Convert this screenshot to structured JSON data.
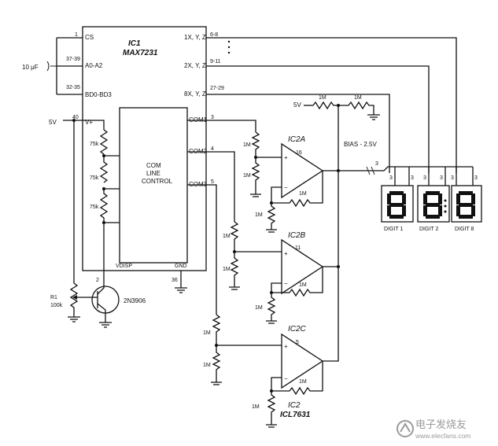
{
  "ic1": {
    "name": "IC1",
    "part": "MAX7231",
    "pins_left": [
      "CS",
      "A0-A2",
      "BD0-BD3",
      "V+"
    ],
    "pins_left_numbers": [
      "1",
      "37-39",
      "32-35",
      "40"
    ],
    "pins_right": [
      "1X, Y, Z",
      "2X, Y, Z",
      "8X, Y, Z",
      "COM1",
      "COM2",
      "COM3"
    ],
    "pins_right_numbers": [
      "6-8",
      "9-11",
      "27-29",
      "3",
      "4",
      "5"
    ],
    "control_block": [
      "COM",
      "LINE",
      "CONTROL"
    ],
    "resistor_ladder": [
      "75k",
      "75k",
      "75k"
    ],
    "vdisp": "VDISP",
    "vdisp_pin": "2",
    "gnd": "GND",
    "gnd_pin": "36"
  },
  "left_labels": {
    "cap": "10 μF",
    "supply": "5V",
    "pot_name": "R1",
    "pot_value": "100k",
    "transistor": "2N3906"
  },
  "bias": {
    "supply": "5V",
    "r1": "1M",
    "r2": "1M",
    "label": "BIAS - 2.5V"
  },
  "amp_a": {
    "name": "IC2A",
    "pin": "16",
    "r_top": "1M",
    "r_bottom": "1M",
    "r_feedback": "1M",
    "r_ground": "1M",
    "plus": "+",
    "minus": "−"
  },
  "amp_b": {
    "name": "IC2B",
    "pin": "11",
    "r_top": "1M",
    "r_bottom": "1M",
    "r_feedback": "1M",
    "r_ground": "1M",
    "plus": "+",
    "minus": "−"
  },
  "amp_c": {
    "name": "IC2C",
    "pin": "5",
    "r_top": "1M",
    "r_bottom": "1M",
    "r_feedback": "1M",
    "r_ground": "1M",
    "plus": "+",
    "minus": "−"
  },
  "ic2": {
    "name": "IC2",
    "part": "ICL7631"
  },
  "bus_numbers": {
    "bus": "3",
    "d1": "3",
    "d2": "3",
    "d3": "3",
    "d4": "3",
    "d5": "3",
    "d6": "3"
  },
  "displays": [
    {
      "label": "DIGIT 1",
      "glyph": "8"
    },
    {
      "label": "DIGIT 2",
      "glyph": "8"
    },
    {
      "label": "DIGIT 8",
      "glyph": "8"
    }
  ],
  "watermark": {
    "line1": "电子发烧友",
    "line2": "www.elecfans.com"
  }
}
